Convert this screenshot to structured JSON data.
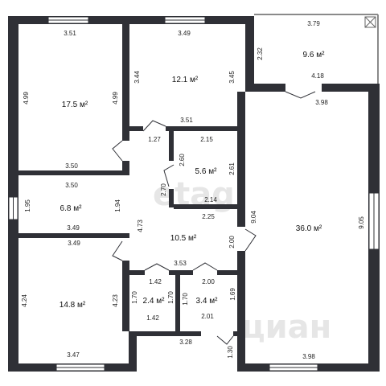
{
  "rooms": [
    {
      "id": "bedroom-1",
      "area": "17.5 м²",
      "dims": [
        "3.51",
        "4.99",
        "4.99",
        "3.50"
      ]
    },
    {
      "id": "bedroom-2",
      "area": "12.1 м²",
      "dims": [
        "3.49",
        "3.44",
        "3.45",
        "3.51"
      ]
    },
    {
      "id": "terrace",
      "area": "9.6 м²",
      "dims": [
        "3.79",
        "2.32",
        "4.18"
      ]
    },
    {
      "id": "bathroom",
      "area": "5.6 м²",
      "dims": [
        "1.27",
        "2.15",
        "2.60",
        "2.61",
        "2.70",
        "2.14"
      ]
    },
    {
      "id": "closet",
      "area": "6.8 м²",
      "dims": [
        "3.50",
        "1.95",
        "1.94",
        "3.49"
      ]
    },
    {
      "id": "hall",
      "area": "10.5 м²",
      "dims": [
        "2.25",
        "4.73",
        "2.00",
        "3.53"
      ]
    },
    {
      "id": "living-room",
      "area": "36.0 м²",
      "dims": [
        "3.98",
        "9.04",
        "9.05",
        "3.98"
      ]
    },
    {
      "id": "bedroom-3",
      "area": "14.8 м²",
      "dims": [
        "3.49",
        "4.24",
        "4.23",
        "3.47"
      ]
    },
    {
      "id": "wc",
      "area": "2.4 м²",
      "dims": [
        "1.42",
        "1.70",
        "1.70",
        "1.42"
      ]
    },
    {
      "id": "boiler",
      "area": "3.4 м²",
      "dims": [
        "2.00",
        "1.70",
        "1.69",
        "2.01"
      ]
    },
    {
      "id": "entrance",
      "dims": [
        "3.28",
        "1.30"
      ]
    }
  ],
  "watermarks": [
    "etagi",
    "циан"
  ],
  "colors": {
    "wall": "#2f3036",
    "background": "#ffffff",
    "window": "#ffffff",
    "text": "#222222"
  }
}
